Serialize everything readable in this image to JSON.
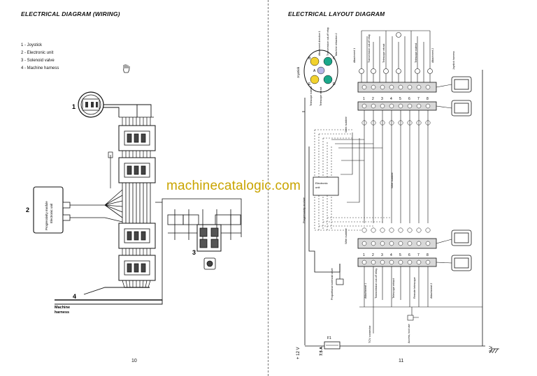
{
  "left_page": {
    "title": "ELECTRICAL DIAGRAM (WIRING)",
    "legend": [
      "1 - Joystick",
      "2 - Electronic unit",
      "3 - Solenoid valve",
      "4 - Machine harness"
    ],
    "callouts": [
      "1",
      "2",
      "3",
      "4"
    ],
    "electronic_unit_label": "Progressivity module\nElectronic unit",
    "harness_label_1": "Machine",
    "harness_label_2": "harness",
    "page_number": "10"
  },
  "right_page": {
    "title": "ELECTRICAL LAYOUT DIAGRAM",
    "joystick_label": "Joystick",
    "joystick_buttons": [
      "B",
      "C",
      "A",
      "E",
      "D"
    ],
    "joystick_colors": {
      "yellow": "#f2d22e",
      "teal": "#1aa88a",
      "lavender": "#b7b7e8"
    },
    "joystick_annotations": [
      "Attachment direction 1",
      "Transmission cut-off relay",
      "Machine retraction 2",
      "Telescope extend",
      "Telescope retract"
    ],
    "top_wire_labels": [
      "Attachment 1",
      "Transmission cut-off relay",
      "Telescope retract",
      "Telescope extend",
      "Attachment 2"
    ],
    "joystick_right_label": "Joystick harness",
    "top_terminal_numbers": [
      "1",
      "2",
      "3",
      "4",
      "5",
      "6",
      "7",
      "8"
    ],
    "wire_number_label_top": "Wire number",
    "wire_number_label_mid": "Wire number",
    "wire_number_label_bottom": "Wire number",
    "electronic_unit_label": "Electronic unit",
    "progressivity_label": "Progressivity module",
    "bottom_terminal_numbers": [
      "1",
      "2",
      "3",
      "4",
      "5",
      "6",
      "7",
      "8"
    ],
    "bottom_wire_labels": [
      "Attachment 1",
      "Transmission cut-off relay",
      "Telescope retract",
      "Remote telescope",
      "Attachment 2"
    ],
    "proportional_label": "Proportional solenoid valve",
    "tcv_label": "TCV connector",
    "access_label": "Access, tool use",
    "voltage_plus": "+ 12 V",
    "voltage_zero": "0 V",
    "fuse_label": "F1",
    "fuse_rating": "7.5 A",
    "page_number": "11"
  },
  "watermark": "machinecatalogic.com"
}
